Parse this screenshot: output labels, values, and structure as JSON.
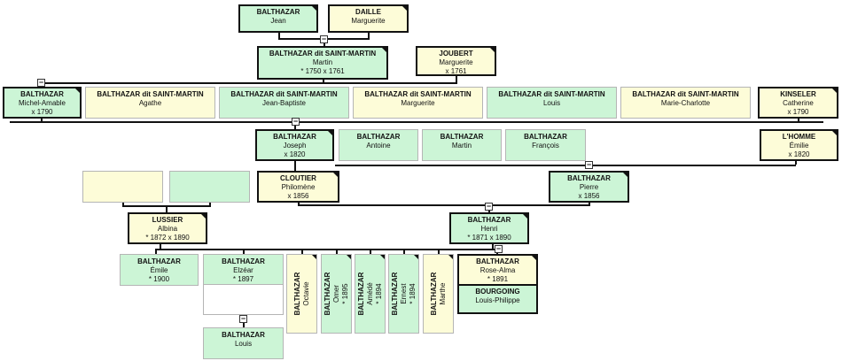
{
  "toggle_symbol": "−",
  "people": [
    {
      "id": "p1",
      "surname": "BALTHAZAR",
      "given": "Jean",
      "dates": "",
      "sex": "m",
      "bold": true,
      "marker": true
    },
    {
      "id": "p2",
      "surname": "DAILLE",
      "given": "Marguerite",
      "dates": "",
      "sex": "f",
      "bold": true,
      "marker": true
    },
    {
      "id": "p3",
      "surname": "BALTHAZAR dit SAINT-MARTIN",
      "given": "Martin",
      "dates": "* 1750 x 1761",
      "sex": "m",
      "bold": true,
      "marker": true
    },
    {
      "id": "p4",
      "surname": "JOUBERT",
      "given": "Marguerite",
      "dates": "x 1761",
      "sex": "f",
      "bold": true,
      "marker": true
    },
    {
      "id": "p5",
      "surname": "BALTHAZAR",
      "given": "Michel-Amable",
      "dates": "x 1790",
      "sex": "m",
      "bold": true,
      "marker": true
    },
    {
      "id": "p6",
      "surname": "BALTHAZAR dit SAINT-MARTIN",
      "given": "Agathe",
      "dates": "",
      "sex": "f",
      "bold": false,
      "marker": false
    },
    {
      "id": "p7",
      "surname": "BALTHAZAR dit SAINT-MARTIN",
      "given": "Jean-Baptiste",
      "dates": "",
      "sex": "m",
      "bold": false,
      "marker": false
    },
    {
      "id": "p8",
      "surname": "BALTHAZAR dit SAINT-MARTIN",
      "given": "Marguerite",
      "dates": "",
      "sex": "f",
      "bold": false,
      "marker": false
    },
    {
      "id": "p9",
      "surname": "BALTHAZAR dit SAINT-MARTIN",
      "given": "Louis",
      "dates": "",
      "sex": "m",
      "bold": false,
      "marker": false
    },
    {
      "id": "p10",
      "surname": "BALTHAZAR dit SAINT-MARTIN",
      "given": "Marie-Charlotte",
      "dates": "",
      "sex": "f",
      "bold": false,
      "marker": false
    },
    {
      "id": "p11",
      "surname": "KINSELER",
      "given": "Catherine",
      "dates": "x 1790",
      "sex": "f",
      "bold": true,
      "marker": true
    },
    {
      "id": "p12",
      "surname": "BALTHAZAR",
      "given": "Joseph",
      "dates": "x 1820",
      "sex": "m",
      "bold": true,
      "marker": true
    },
    {
      "id": "p13",
      "surname": "BALTHAZAR",
      "given": "Antoine",
      "dates": "",
      "sex": "m",
      "bold": false,
      "marker": false
    },
    {
      "id": "p14",
      "surname": "BALTHAZAR",
      "given": "Martin",
      "dates": "",
      "sex": "m",
      "bold": false,
      "marker": false
    },
    {
      "id": "p15",
      "surname": "BALTHAZAR",
      "given": "François",
      "dates": "",
      "sex": "m",
      "bold": false,
      "marker": false
    },
    {
      "id": "p16",
      "surname": "L'HOMME",
      "given": "Émilie",
      "dates": "x 1820",
      "sex": "f",
      "bold": true,
      "marker": true
    },
    {
      "id": "p17",
      "surname": "",
      "given": "",
      "dates": "",
      "sex": "f",
      "bold": false,
      "marker": false
    },
    {
      "id": "p18",
      "surname": "",
      "given": "",
      "dates": "",
      "sex": "m",
      "bold": false,
      "marker": false
    },
    {
      "id": "p19",
      "surname": "CLOUTIER",
      "given": "Philomène",
      "dates": "x 1856",
      "sex": "f",
      "bold": true,
      "marker": true
    },
    {
      "id": "p20",
      "surname": "BALTHAZAR",
      "given": "Pierre",
      "dates": "x 1856",
      "sex": "m",
      "bold": true,
      "marker": true
    },
    {
      "id": "p21",
      "surname": "LUSSIER",
      "given": "Albina",
      "dates": "* 1872 x 1890",
      "sex": "f",
      "bold": true,
      "marker": true
    },
    {
      "id": "p22",
      "surname": "BALTHAZAR",
      "given": "Henri",
      "dates": "* 1871 x 1890",
      "sex": "m",
      "bold": true,
      "marker": true
    },
    {
      "id": "p23",
      "surname": "BALTHAZAR",
      "given": "Émile",
      "dates": "* 1900",
      "sex": "m",
      "bold": false,
      "marker": false
    },
    {
      "id": "p24",
      "surname": "BALTHAZAR",
      "given": "Elzéar",
      "dates": "* 1897",
      "sex": "m",
      "bold": false,
      "marker": false
    },
    {
      "id": "p25",
      "surname": "BALTHAZAR",
      "given": "Octavie",
      "dates": "",
      "sex": "f",
      "bold": false,
      "marker": true,
      "vertical": true
    },
    {
      "id": "p26",
      "surname": "BALTHAZAR",
      "given": "Omer",
      "dates": "* 1895",
      "sex": "m",
      "bold": false,
      "marker": true,
      "vertical": true
    },
    {
      "id": "p27",
      "surname": "BALTHAZAR",
      "given": "Amédé",
      "dates": "* 1894",
      "sex": "m",
      "bold": false,
      "marker": true,
      "vertical": true
    },
    {
      "id": "p28",
      "surname": "BALTHAZAR",
      "given": "Ernest",
      "dates": "* 1894",
      "sex": "m",
      "bold": false,
      "marker": true,
      "vertical": true
    },
    {
      "id": "p29",
      "surname": "BALTHAZAR",
      "given": "Marthe",
      "dates": "",
      "sex": "f",
      "bold": false,
      "marker": true,
      "vertical": true
    },
    {
      "id": "p30",
      "surname": "BALTHAZAR",
      "given": "Rose-Alma",
      "dates": "* 1891",
      "sex": "f",
      "bold": true,
      "marker": true
    },
    {
      "id": "p31",
      "surname": "BOURGOING",
      "given": "Louis-Philippe",
      "dates": "",
      "sex": "m",
      "bold": true,
      "marker": false
    },
    {
      "id": "p32",
      "surname": "",
      "given": "",
      "dates": "",
      "sex": "w",
      "bold": false,
      "marker": false
    },
    {
      "id": "p33",
      "surname": "BALTHAZAR",
      "given": "Louis",
      "dates": "",
      "sex": "m",
      "bold": false,
      "marker": false
    }
  ]
}
